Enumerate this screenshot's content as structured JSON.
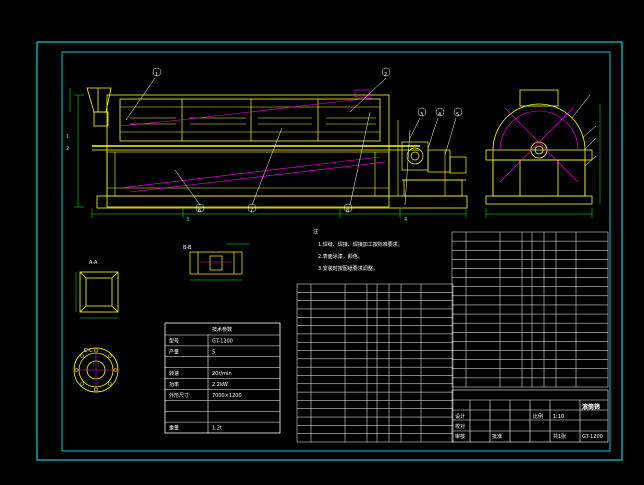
{
  "colors": {
    "background": "#000000",
    "frame": "#00ffff",
    "outline": "#ffff00",
    "hidden": "#ff00ff",
    "leader": "#ffffff",
    "dimension": "#00ff00",
    "table": "#ffffff"
  },
  "main_view": {
    "balloons": [
      "1",
      "2",
      "3",
      "4",
      "5",
      "6",
      "7",
      "8"
    ],
    "dims_left": [
      "1",
      "2",
      "3",
      "4"
    ]
  },
  "section_a": {
    "title": "A-A"
  },
  "section_b": {
    "title": "B-B"
  },
  "section_c": {
    "title": "C-C"
  },
  "notes": {
    "title": "注",
    "lines": [
      "1.焊缝、焊接、焊接加工按标准要求。",
      "2.表面涂漆，颜色。",
      "3.安装时按图纸要求调整。"
    ]
  },
  "tech_table": {
    "title": "技术参数",
    "rows": [
      [
        "型号",
        "GT-1200"
      ],
      [
        "产量",
        "5"
      ],
      [
        "",
        ""
      ],
      [
        "转速",
        "20r/min"
      ],
      [
        "功率",
        "2.2kW"
      ],
      [
        "外形尺寸",
        "7000×1200"
      ],
      [
        "",
        ""
      ],
      [
        "",
        ""
      ],
      [
        "重量",
        "1.2t"
      ]
    ]
  },
  "title_block": {
    "name": "滚筒筛",
    "drawing_no": "GT-1200",
    "scale_label": "比例",
    "scale": "1:10",
    "sheet": "共1张",
    "signatures": [
      "设计",
      "校对",
      "审核",
      "批准"
    ]
  }
}
